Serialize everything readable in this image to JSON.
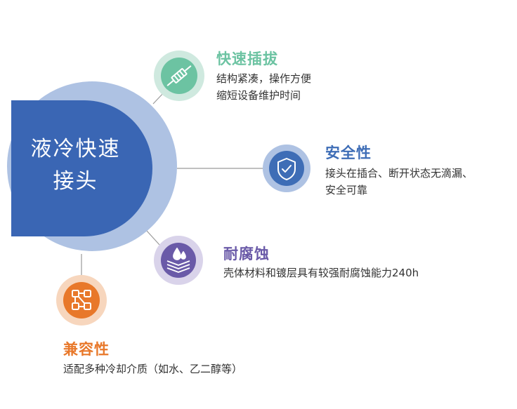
{
  "center": {
    "label_line1": "液冷快速",
    "label_line2": "接头",
    "colors": {
      "ring": "#aec2e3",
      "fill": "#3a66b4"
    }
  },
  "features": [
    {
      "title": "快速插拔",
      "lines": [
        "结构紧凑，操作方便",
        "缩短设备维护时间"
      ],
      "icon": "plug-connector-icon",
      "color": "#6cc3a2",
      "ring": "#cfe9df"
    },
    {
      "title": "安全性",
      "lines": [
        "接头在插合、断开状态无滴漏、",
        "安全可靠"
      ],
      "icon": "shield-check-icon",
      "color": "#3e6db6",
      "ring": "#aec2e3"
    },
    {
      "title": "耐腐蚀",
      "lines": [
        "壳体材料和镀层具有较强耐腐蚀能力240h"
      ],
      "icon": "droplet-layers-icon",
      "color": "#6a5aa8",
      "ring": "#d9d3ea"
    },
    {
      "title": "兼容性",
      "lines": [
        "适配多种冷却介质（如水、乙二醇等）"
      ],
      "icon": "network-nodes-icon",
      "color": "#e8782a",
      "ring": "#f7d6bd"
    }
  ]
}
